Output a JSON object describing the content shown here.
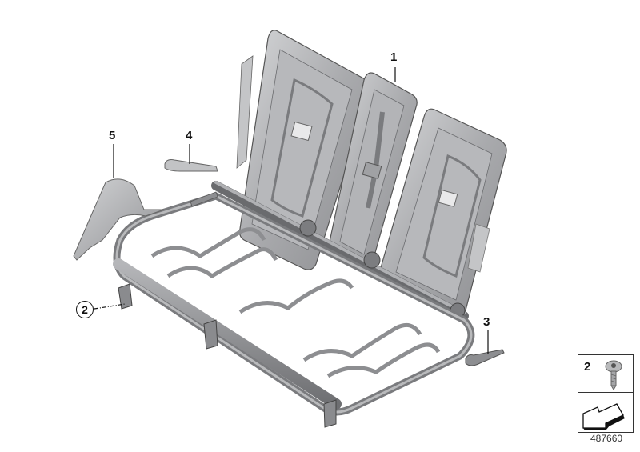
{
  "diagram": {
    "subject": "Rear seat frame (backrest and seat cushion frame) exploded parts view",
    "diagram_id": "487660",
    "callouts": [
      {
        "number": "1",
        "label_style": "plain",
        "part": "Seat backrest frame"
      },
      {
        "number": "2",
        "label_style": "circled",
        "part": "Screw"
      },
      {
        "number": "3",
        "label_style": "plain",
        "part": "Right bracket/strap"
      },
      {
        "number": "4",
        "label_style": "plain",
        "part": "Left bracket/strap"
      },
      {
        "number": "5",
        "label_style": "plain",
        "part": "Side trim panel"
      }
    ],
    "legend": {
      "item_number": "2",
      "item_icon": "torx-screw-icon",
      "nav_icon": "arrow-back-icon"
    },
    "colors": {
      "metal_light": "#c9cacc",
      "metal_mid": "#9a9b9e",
      "metal_dark": "#5d5e61",
      "line": "#111111"
    }
  }
}
